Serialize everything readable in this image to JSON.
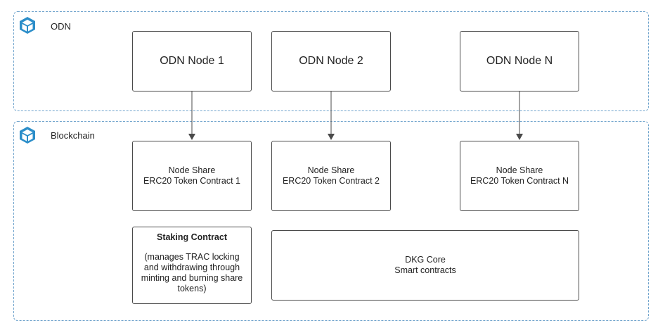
{
  "groups": {
    "odn": {
      "label": "ODN"
    },
    "blockchain": {
      "label": "Blockchain"
    }
  },
  "odn_nodes": [
    {
      "label": "ODN Node 1"
    },
    {
      "label": "ODN Node 2"
    },
    {
      "label": "ODN Node N"
    }
  ],
  "share_contracts": [
    {
      "line1": "Node Share",
      "line2": "ERC20 Token Contract 1"
    },
    {
      "line1": "Node Share",
      "line2": "ERC20 Token Contract 2"
    },
    {
      "line1": "Node Share",
      "line2": "ERC20 Token Contract N"
    }
  ],
  "staking": {
    "title": "Staking Contract",
    "description": "(manages TRAC locking and withdrawing through minting and burning share tokens)"
  },
  "dkg_core": {
    "line1": "DKG Core",
    "line2": "Smart contracts"
  },
  "icons": {
    "group_icon": "cube-icon",
    "accent": "#2c8ec9",
    "dash_color": "#6fa3cc"
  }
}
